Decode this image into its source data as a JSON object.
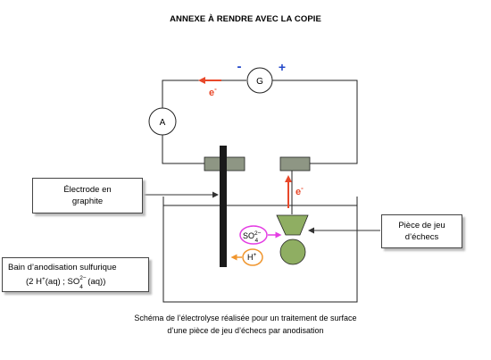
{
  "header": {
    "title": "ANNEXE À RENDRE AVEC LA COPIE"
  },
  "generator": {
    "label": "G",
    "minus": "-",
    "plus": "+"
  },
  "ammeter": {
    "label": "A"
  },
  "electron_top": {
    "label": "e",
    "sup": "-"
  },
  "electron_right": {
    "label": "e",
    "sup": "-"
  },
  "labels": {
    "graphite_line1": "Électrode en",
    "graphite_line2": "graphite",
    "piece_line1": "Pièce de jeu",
    "piece_line2": "d’échecs",
    "bath_line1": "Bain d’anodisation sulfurique",
    "bath_line2_a": "(2 H",
    "bath_line2_b": "+",
    "bath_line2_c": "(aq) ; SO",
    "bath_line2_d": "4",
    "bath_line2_e": "2−",
    "bath_line2_f": "(aq))"
  },
  "ions": {
    "sulfate_text": "SO",
    "sulfate_sub": "4",
    "sulfate_sup": "2−",
    "proton_text": "H",
    "proton_sup": "+"
  },
  "caption": {
    "line1": "Schéma de l’électrolyse réalisée pour un traitement de surface",
    "line2": "d’une pièce de jeu d’échecs par anodisation"
  },
  "colors": {
    "electron_arrow": "#e8482a",
    "electrode_plate": "#8e9684",
    "chess_piece": "#8fae62",
    "sulfate_ring": "#e43de3",
    "proton_ring": "#f0962e",
    "generator_minus": "#2348c9",
    "generator_plus": "#2348c9"
  }
}
